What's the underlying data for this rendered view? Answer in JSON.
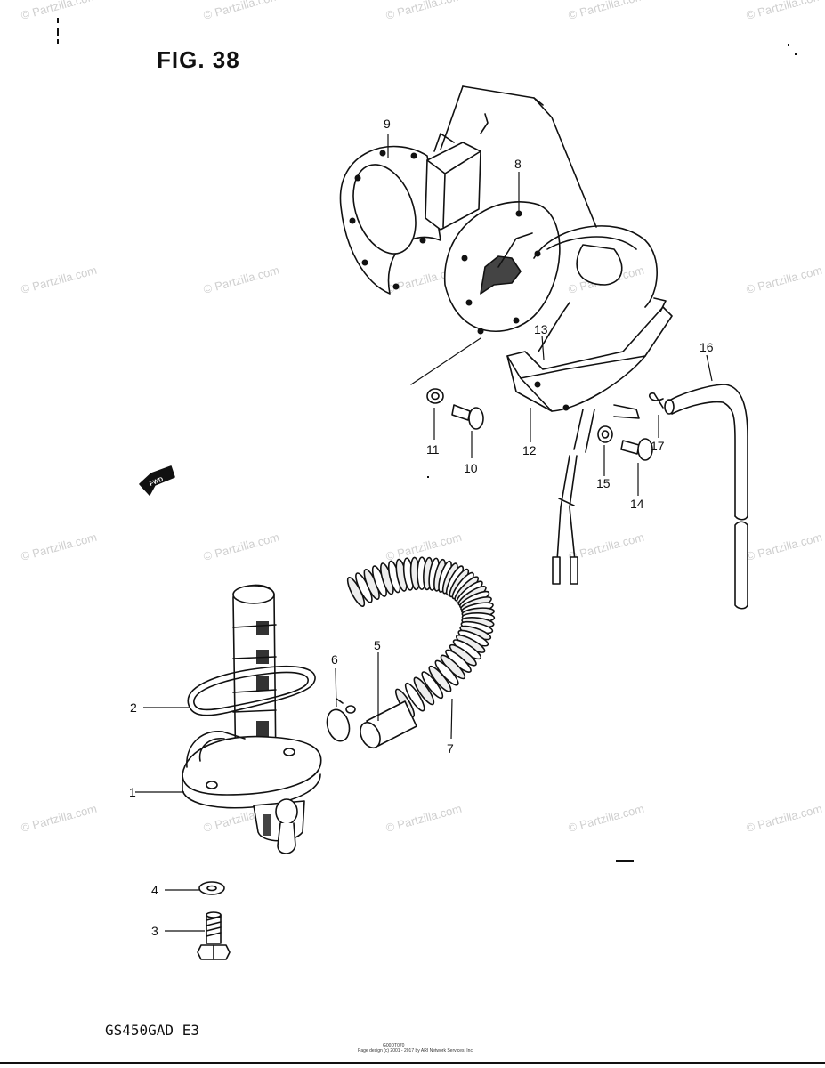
{
  "figure": {
    "title": "FIG. 38",
    "model_code": "GS450GAD E3",
    "footer_small_1": "G00DT070",
    "footer_small_2": "Page design (c) 2001 - 2017 by ARI Network Services, Inc."
  },
  "watermark": "© Partzilla.com",
  "fwd_label": "FWD",
  "callouts": [
    "1",
    "2",
    "3",
    "4",
    "5",
    "6",
    "7",
    "8",
    "9",
    "10",
    "11",
    "12",
    "13",
    "14",
    "15",
    "16",
    "17"
  ],
  "colors": {
    "ink": "#111111",
    "watermark": "#cfcfcf"
  }
}
